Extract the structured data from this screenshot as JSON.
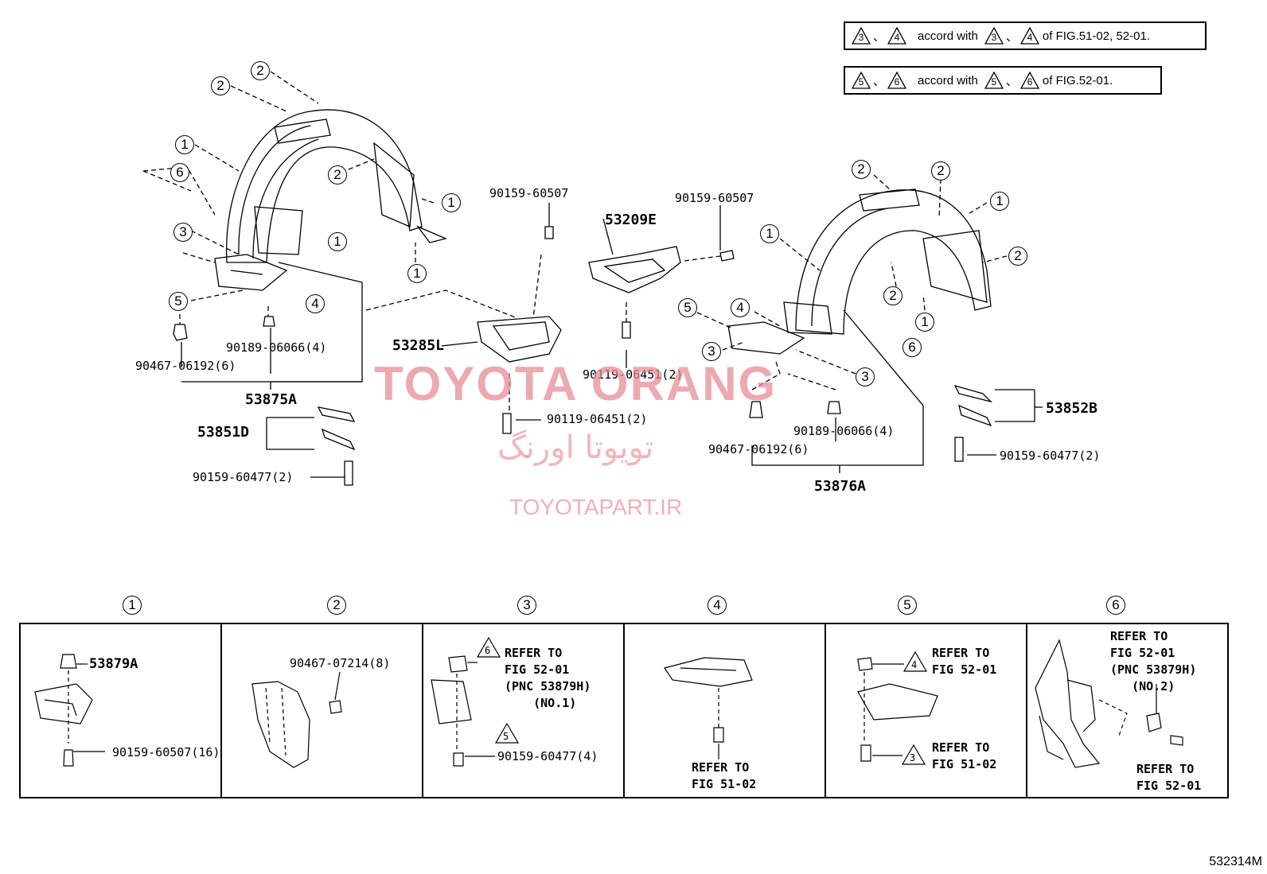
{
  "legend": [
    {
      "tri_a": "3",
      "tri_b": "4",
      "accord": "accord with",
      "tri_c": "3",
      "tri_d": "4",
      "of": "of FIG.51-02, 52-01."
    },
    {
      "tri_a": "5",
      "tri_b": "6",
      "accord": "accord with",
      "tri_c": "5",
      "tri_d": "6",
      "of": "of FIG.52-01."
    }
  ],
  "watermark": {
    "brand": "TOYOTA ORANG",
    "persian": "تویوتا اورنگ",
    "site": "TOYOTAPART.IR"
  },
  "parts": {
    "p53875A": "53875A",
    "p53851D": "53851D",
    "p53285L": "53285L",
    "p53209E": "53209E",
    "p53876A": "53876A",
    "p53852B": "53852B",
    "b90189_left": "90189-06066(4)",
    "b90467_left": "90467-06192(6)",
    "b90159_60477_left": "90159-60477(2)",
    "b90159_60507_a": "90159-60507",
    "b90159_60507_b": "90159-60507",
    "b90119_a": "90119-06451(2)",
    "b90119_b": "90119-06451(2)",
    "b90189_right": "90189-06066(4)",
    "b90467_right": "90467-06192(6)",
    "b90159_60477_right": "90159-60477(2)"
  },
  "callouts": [
    "1",
    "2",
    "3",
    "4",
    "5",
    "6"
  ],
  "detail_panels": {
    "p1": {
      "num": "1",
      "a": "53879A",
      "b": "90159-60507(16)"
    },
    "p2": {
      "num": "2",
      "a": "90467-07214(8)"
    },
    "p3": {
      "num": "3",
      "tri_top": "6",
      "ref_top": "REFER TO\nFIG 52-01\n(PNC 53879H)\n    (NO.1)",
      "tri_bot": "5",
      "b": "90159-60477(4)"
    },
    "p4": {
      "num": "4",
      "ref": "REFER TO\nFIG 51-02"
    },
    "p5": {
      "num": "5",
      "tri_top": "4",
      "ref_top": "REFER TO\nFIG 52-01",
      "tri_bot": "3",
      "ref_bot": "REFER TO\nFIG 51-02"
    },
    "p6": {
      "num": "6",
      "ref_top": "REFER TO\nFIG 52-01\n(PNC 53879H)\n   (NO.2)",
      "ref_bot": "REFER TO\nFIG 52-01"
    }
  },
  "figure_code": "532314M"
}
